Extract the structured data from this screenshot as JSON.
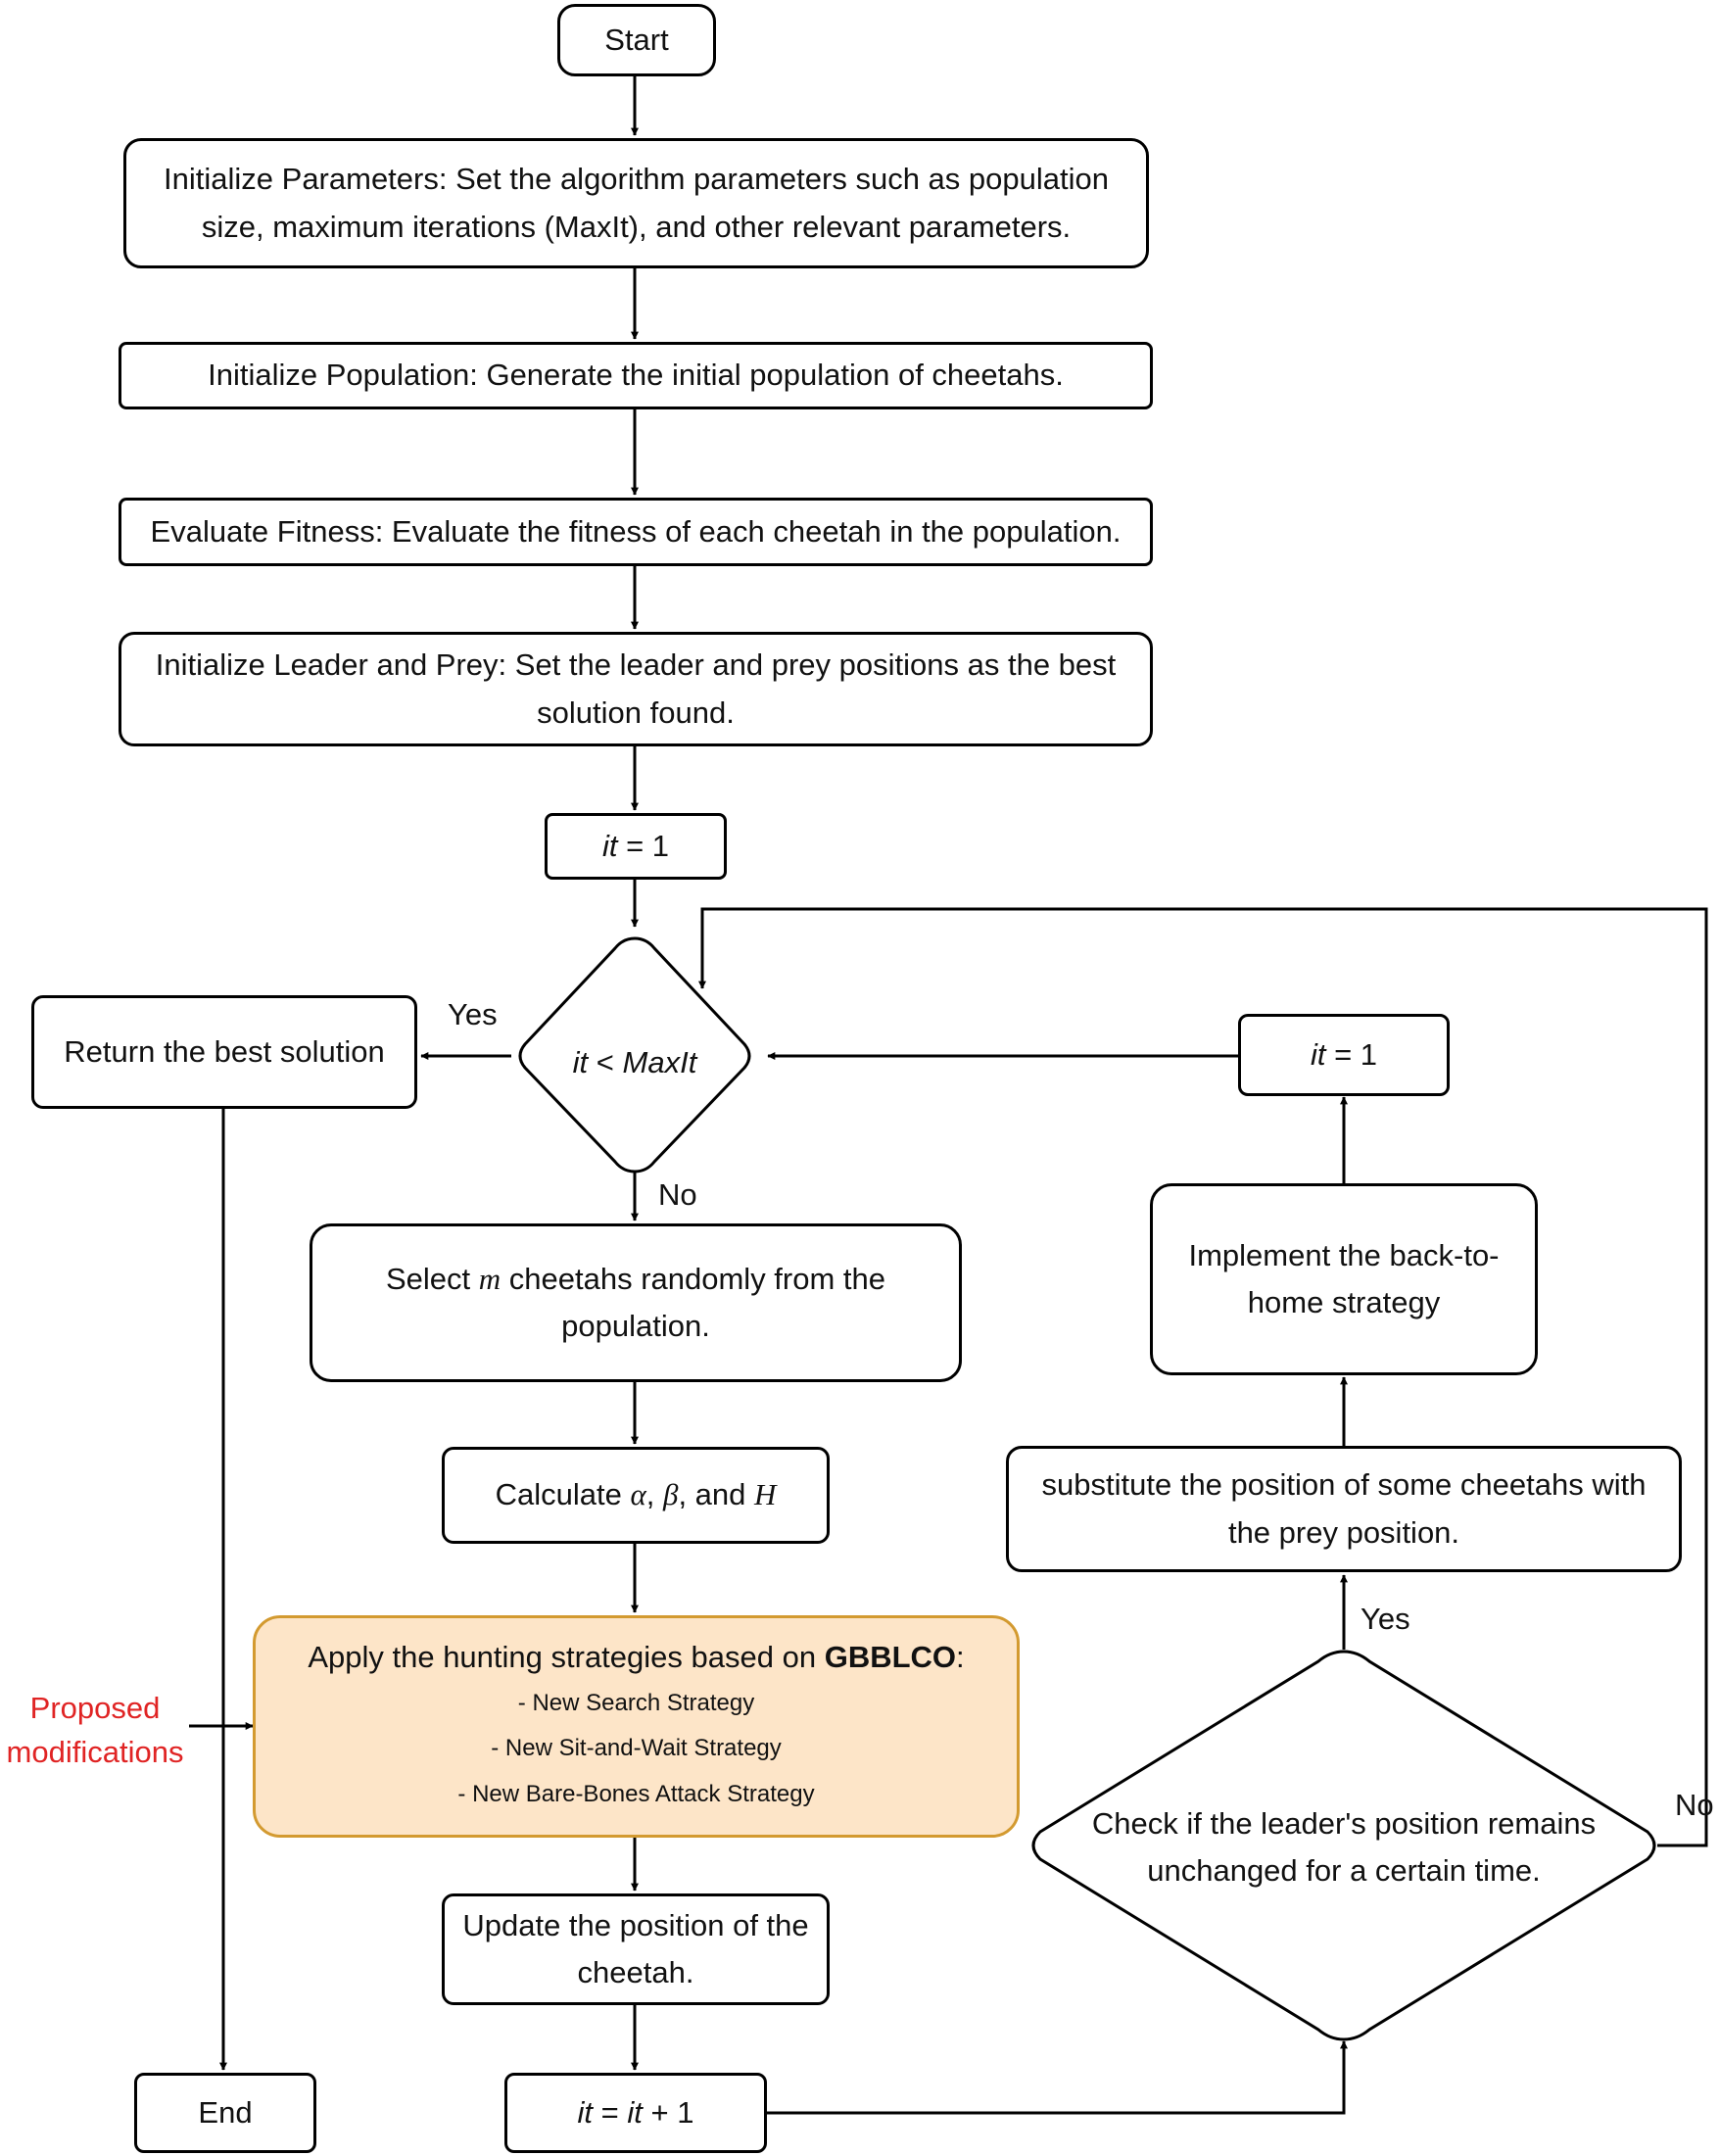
{
  "nodes": {
    "start": "Start",
    "init_params": {
      "line1": "Initialize Parameters: Set the algorithm parameters such as population",
      "line2": "size, maximum iterations (MaxIt), and other relevant parameters."
    },
    "init_pop": "Initialize Population: Generate the initial population of cheetahs.",
    "eval_fit": "Evaluate Fitness: Evaluate the fitness of each cheetah in the population.",
    "init_leader": {
      "line1": "Initialize Leader and Prey: Set the leader and prey positions as the best",
      "line2": "solution found."
    },
    "it_init": {
      "var": "it",
      "rest": " = 1"
    },
    "decision_main": {
      "var": "it",
      "op": " < ",
      "var2": "MaxIt"
    },
    "return_best": "Return the best solution",
    "select": {
      "pre": "Select ",
      "m": "m",
      "post": " cheetahs randomly from the",
      "line2": "population."
    },
    "calculate": {
      "pre": "Calculate ",
      "alpha": "α",
      "sep1": ", ",
      "beta": "β",
      "sep2": ", and ",
      "H": "H"
    },
    "hunting": {
      "head_pre": "Apply the hunting strategies based on ",
      "head_bold": "GBBLCO",
      "head_post": ":",
      "items": [
        "- New Search Strategy",
        "- New Sit-and-Wait Strategy",
        "- New Bare-Bones Attack Strategy"
      ]
    },
    "update": {
      "line1": "Update the position of the",
      "line2": "cheetah."
    },
    "end": "End",
    "it_inc": {
      "var": "it",
      "eq": " = ",
      "var2": "it",
      "rest": " + 1"
    },
    "check": {
      "line1": "Check if the leader's position remains",
      "line2": "unchanged for a certain time."
    },
    "substitute": {
      "line1": "substitute the position of some cheetahs with",
      "line2": "the prey position."
    },
    "back_home": {
      "line1": "Implement the back-to-",
      "line2": "home strategy"
    },
    "it_reset": {
      "var": "it",
      "rest": " = 1"
    }
  },
  "labels": {
    "yes_main": "Yes",
    "no_main": "No",
    "yes_check": "Yes",
    "no_check": "No",
    "proposed_line1": "Proposed",
    "proposed_line2": "modifications"
  },
  "colors": {
    "highlight_fill": "#fde5c8",
    "highlight_border": "#d39a30",
    "annotation_text": "#e02424"
  }
}
